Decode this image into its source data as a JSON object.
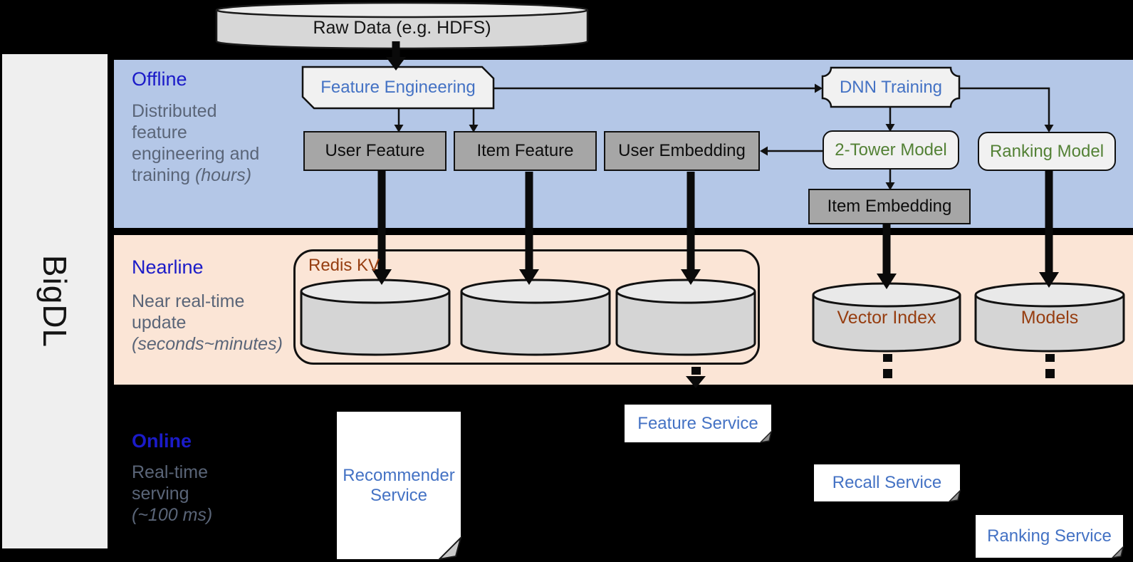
{
  "brand": {
    "label": "BigDL"
  },
  "raw_data": {
    "label": "Raw Data (e.g. HDFS)"
  },
  "lanes": {
    "offline": {
      "title": "Offline",
      "lines": [
        {
          "t": "Distributed"
        },
        {
          "t": "feature"
        },
        {
          "t": "engineering and"
        },
        {
          "t": "training",
          "i": " (hours)"
        }
      ]
    },
    "nearline": {
      "title": "Nearline",
      "lines": [
        {
          "t": "Near real-time"
        },
        {
          "t": "update"
        },
        {
          "i": "(seconds~minutes)"
        }
      ]
    },
    "online": {
      "title": "Online",
      "lines": [
        {
          "t": "Real-time"
        },
        {
          "t": "serving"
        },
        {
          "i": "(~100 ms)"
        }
      ]
    }
  },
  "nodes": {
    "feature_engineering": {
      "label": "Feature Engineering"
    },
    "dnn_training": {
      "label": "DNN Training"
    },
    "user_feature": {
      "label": "User Feature"
    },
    "item_feature": {
      "label": "Item Feature"
    },
    "user_embedding": {
      "label": "User Embedding"
    },
    "two_tower_model": {
      "label": "2-Tower Model"
    },
    "ranking_model": {
      "label": "Ranking Model"
    },
    "item_embedding": {
      "label": "Item Embedding"
    },
    "redis_kv": {
      "label": "Redis KV"
    },
    "vector_index": {
      "label": "Vector Index"
    },
    "models": {
      "label": "Models"
    },
    "feature_service": {
      "label": "Feature Service"
    },
    "recall_service": {
      "label": "Recall Service"
    },
    "ranking_service": {
      "label": "Ranking Service"
    },
    "recommender_service": {
      "label": "Recommender Service"
    }
  },
  "colors": {
    "band_offline": "#b4c7e7",
    "band_nearline": "#fbe5d6",
    "lane_title_blue": "#1b1bc8",
    "lane_desc_gray": "#5a6578",
    "node_label_blue": "#4472c4",
    "model_label_green": "#538135",
    "storage_label_brown": "#963d10",
    "dark_box_gray": "#a6a6a6",
    "light_shape_gray": "#f1f1f1",
    "cylinder_gray": "#d5d5d5",
    "sidebar_gray": "#efefef"
  }
}
